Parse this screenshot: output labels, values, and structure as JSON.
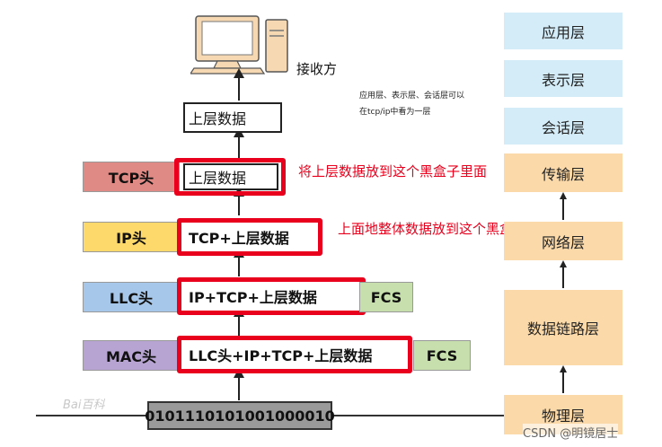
{
  "receiver_label": "接收方",
  "note_line1": "应用层、表示层、会话层可以",
  "note_line2": "在tcp/ip中看为一层",
  "top_box": "上层数据",
  "tcp": {
    "header": "TCP头",
    "data": "上层数据",
    "annotation": "将上层数据放到这个黑盒子里面"
  },
  "ip": {
    "header": "IP头",
    "data": "TCP+上层数据",
    "annotation": "上面地整体数据放到这个黑盒子里面"
  },
  "llc": {
    "header": "LLC头",
    "data": "IP+TCP+上层数据",
    "trailer": "FCS"
  },
  "mac": {
    "header": "MAC头",
    "data": "LLC头+IP+TCP+上层数据",
    "trailer": "FCS"
  },
  "bits": "0101110101001000010",
  "watermark": "Bai百科",
  "osi_layers": [
    "应用层",
    "表示层",
    "会话层",
    "传输层",
    "网络层",
    "数据链路层",
    "物理层"
  ],
  "credit": "CSDN @明镜居士",
  "colors": {
    "red_outline": "#e8001c",
    "annotation_red": "#e8001c",
    "layer_blue": "#d3ecf8",
    "layer_orange": "#fbd9a8",
    "tcp_header": "#e08a86",
    "ip_header": "#fdd86a",
    "llc_header": "#a7c7ea",
    "mac_header": "#b7a4d2",
    "fcs": "#c7dfad",
    "bits_gray": "#9a9a9a"
  }
}
